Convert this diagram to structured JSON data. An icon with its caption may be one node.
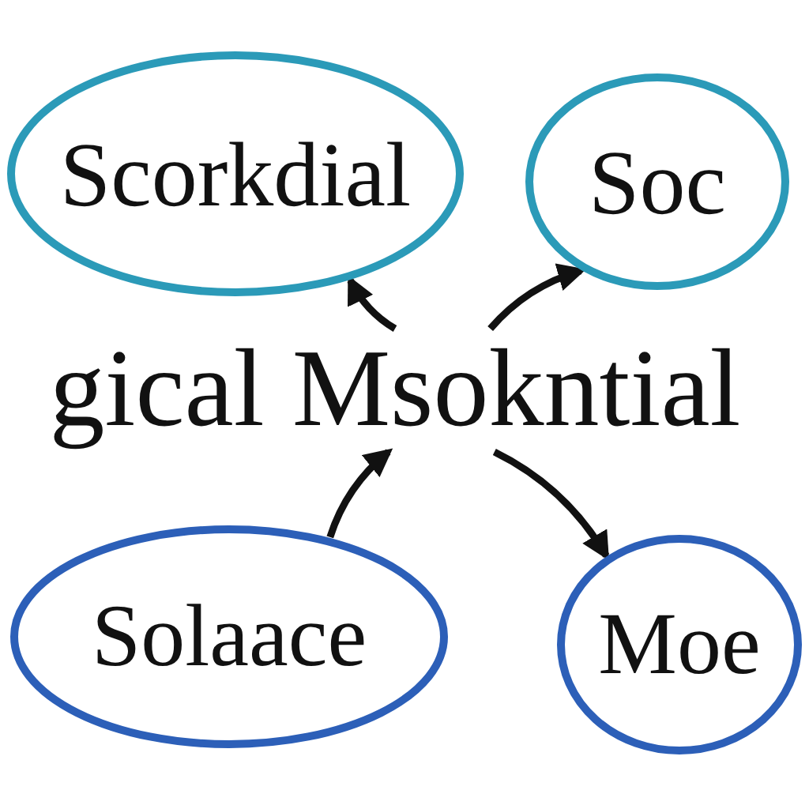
{
  "diagram": {
    "nodes": [
      {
        "text": [
          "Scorkdial"
        ]
      },
      {
        "text": [
          "Soc"
        ]
      },
      {
        "text": [
          "gical Msokntial"
        ]
      },
      {
        "text": [
          "Solaace"
        ]
      },
      {
        "text": [
          "Moe"
        ]
      }
    ],
    "edges": [
      {
        "from": 2,
        "to": 0,
        "arrow": "to"
      },
      {
        "from": 2,
        "to": 1,
        "arrow": "to"
      },
      {
        "from": 3,
        "to": 2,
        "arrow": "to"
      },
      {
        "from": 2,
        "to": 4,
        "arrow": "to"
      }
    ]
  }
}
